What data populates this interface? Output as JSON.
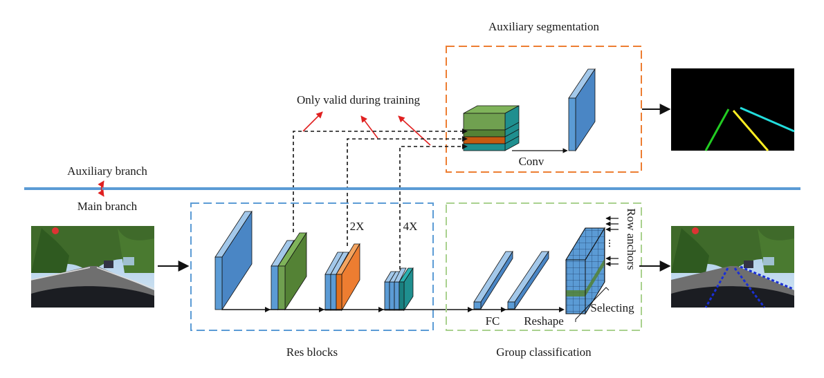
{
  "labels": {
    "aux_seg": "Auxiliary segmentation",
    "only_valid": "Only valid during training",
    "aux_branch": "Auxiliary branch",
    "main_branch": "Main branch",
    "conv": "Conv",
    "two_x": "2X",
    "four_x": "4X",
    "row_anchors": "Row anchors",
    "dots": "...",
    "selecting": "Selecting",
    "fc": "FC",
    "reshape": "Reshape",
    "res_blocks": "Res blocks",
    "group_cls": "Group classification"
  },
  "colors": {
    "blue_block": "#5b9bd5",
    "green_block": "#548235",
    "orange_block": "#c55a11",
    "teal_block": "#1f8f8f",
    "divider": "#5b9bd5",
    "aux_box": "#ed7d31",
    "res_box": "#5b9bd5",
    "cls_box": "#a9d18e",
    "red_arrow": "#e02020",
    "lane_green": "#22cc22",
    "lane_yellow": "#ffee22",
    "lane_cyan": "#22dddd",
    "lane_blue": "#1a2fd6"
  },
  "icons": [
    "input-road-image",
    "segmentation-output-image",
    "lane-detection-output-image"
  ]
}
